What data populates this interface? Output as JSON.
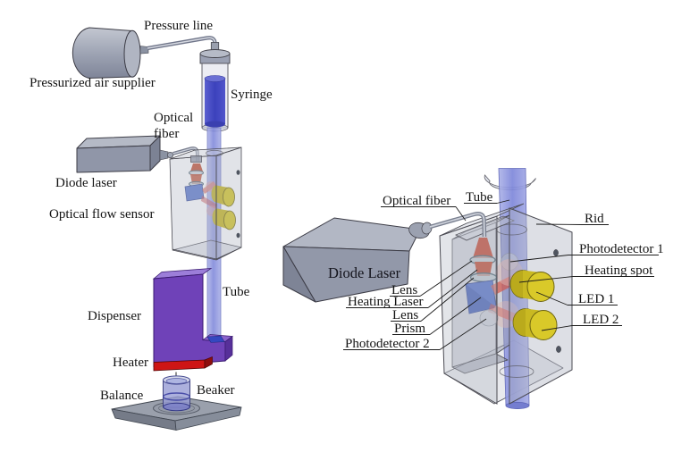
{
  "diagram": {
    "left_view": {
      "labels": {
        "pressure_line": "Pressure line",
        "pressurized_air_supplier": "Pressurized air supplier",
        "syringe": "Syringe",
        "optical_fiber_line1": "Optical",
        "optical_fiber_line2": "fiber",
        "diode_laser": "Diode laser",
        "optical_flow_sensor": "Optical flow sensor",
        "tube": "Tube",
        "dispenser": "Dispenser",
        "heater": "Heater",
        "balance": "Balance",
        "beaker": "Beaker"
      }
    },
    "right_view": {
      "labels": {
        "optical_fiber": "Optical fiber",
        "tube": "Tube",
        "rid": "Rid",
        "diode_laser": "Diode Laser",
        "photodetector_1": "Photodetector 1",
        "heating_spot": "Heating spot",
        "led_1": "LED 1",
        "led_2": "LED 2",
        "lens_1": "Lens",
        "heating_laser": "Heating Laser",
        "lens_2": "Lens",
        "prism": "Prism",
        "photodetector_2": "Photodetector 2"
      }
    },
    "colors": {
      "background": "#ffffff",
      "metal_gray": "#9aa0b0",
      "liquid_blue": "#4046c0",
      "tube_blue": "#8a92dc",
      "dispenser_purple": "#6f42b8",
      "heater_red": "#cf1616",
      "led_yellow": "#d9c929",
      "prism_blue": "#4d6cc6",
      "laser_red": "#c2402a",
      "label_color": "#141414"
    }
  }
}
